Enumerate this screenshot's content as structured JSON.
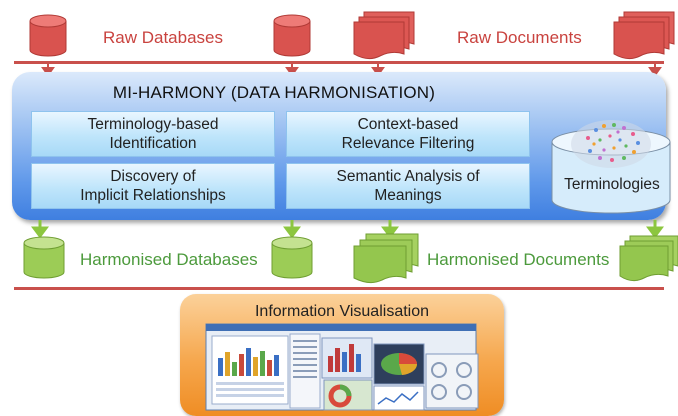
{
  "raw": {
    "databases_label": "Raw Databases",
    "documents_label": "Raw Documents"
  },
  "main": {
    "title": "MI-HARMONY (DATA HARMONISATION)",
    "boxes": [
      "Terminology-based\nIdentification",
      "Context-based\nRelevance Filtering",
      "Discovery of\nImplicit Relationships",
      "Semantic Analysis of\nMeanings"
    ],
    "terminologies_label": "Terminologies"
  },
  "harmonised": {
    "databases_label": "Harmonised Databases",
    "documents_label": "Harmonised Documents"
  },
  "visualisation": {
    "title": "Information Visualisation"
  },
  "colors": {
    "raw_red": "#c9433f",
    "harmonised_green": "#8cc63f",
    "panel_blue": "#5f98ea",
    "panel_orange": "#f6a74d"
  }
}
